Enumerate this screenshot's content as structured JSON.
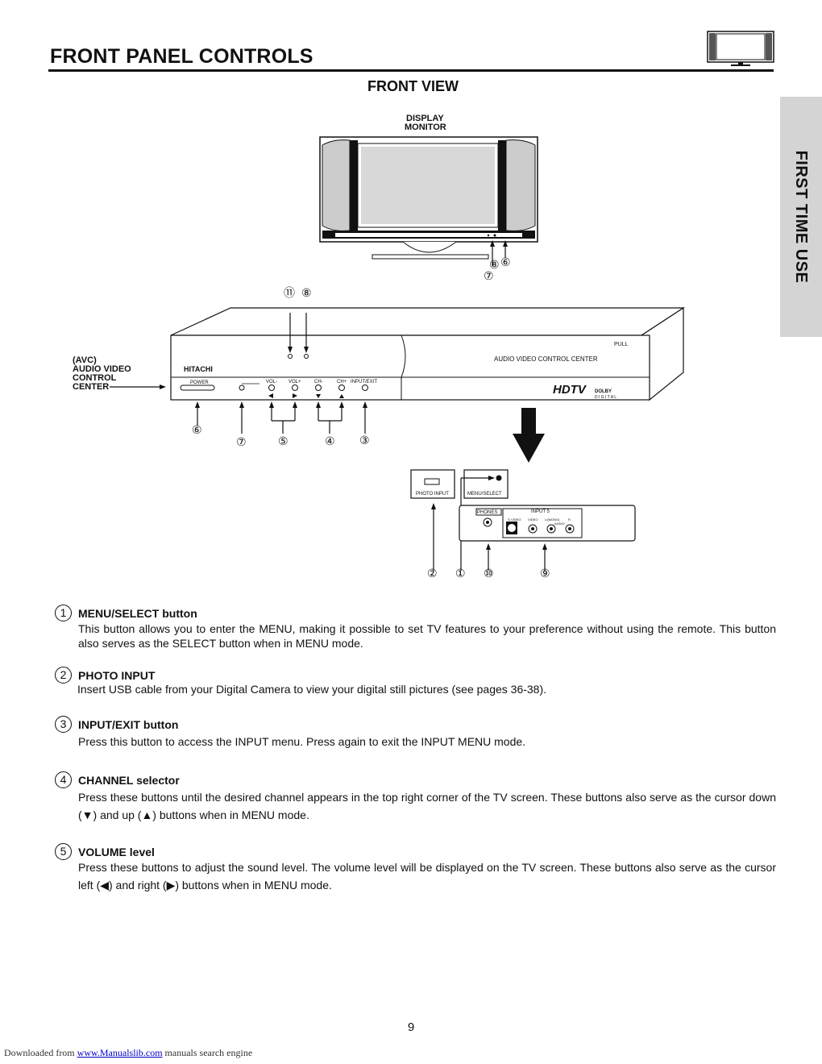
{
  "header": {
    "title": "FRONT PANEL CONTROLS",
    "subtitle": "FRONT VIEW"
  },
  "side_tab": {
    "label": "FIRST TIME USE"
  },
  "diagram": {
    "display_label_1": "DISPLAY",
    "display_label_2": "MONITOR",
    "avc_label_1": "(AVC)",
    "avc_label_2": "AUDIO VIDEO",
    "avc_label_3": "CONTROL",
    "avc_label_4": "CENTER",
    "brand": "HITACHI",
    "pull": "PULL",
    "avc_panel_text": "AUDIO VIDEO CONTROL CENTER",
    "power": "POWER",
    "vol_minus": "VOL-",
    "vol_plus": "VOL+",
    "ch_minus": "CH-",
    "ch_plus": "CH+",
    "input_exit": "INPUT/EXIT",
    "hdtv": "HDTV",
    "dolby": "DOLBY",
    "digital": "D I G I T A L",
    "photo_input": "PHOTO INPUT",
    "menu_select": "MENU/SELECT",
    "phones": "PHONES",
    "input5": "INPUT 5",
    "svideo": "S-VIDEO",
    "video": "VIDEO",
    "l_mono": "L/(MONO)",
    "r": "R",
    "audio": "AUDIO",
    "callouts": {
      "c1": "①",
      "c2": "②",
      "c3": "③",
      "c4": "④",
      "c5": "⑤",
      "c6": "⑥",
      "c7": "⑦",
      "c8": "⑧",
      "c9": "⑨",
      "c10": "⑩",
      "c11": "⑪"
    }
  },
  "items": [
    {
      "num": "1",
      "title": "MENU/SELECT button",
      "text": "This button allows you to enter the MENU, making it possible to set TV features to your preference without using the remote.  This button also serves as the SELECT button when in MENU mode."
    },
    {
      "num": "2",
      "title": "PHOTO INPUT",
      "text": "Insert USB cable from your Digital Camera to view your digital still pictures (see pages 36-38)."
    },
    {
      "num": "3",
      "title": "INPUT/EXIT button",
      "text": "Press this button to access the INPUT menu. Press again to exit the INPUT MENU mode."
    },
    {
      "num": "4",
      "title": "CHANNEL selector",
      "text": "Press these buttons until the desired channel appears in the top right corner of the TV screen.  These buttons also serve as the cursor down (▼) and up (▲) buttons when in MENU mode."
    },
    {
      "num": "5",
      "title": "VOLUME level",
      "text": "Press these buttons to adjust the sound level.  The volume level will be displayed on the TV screen.  These buttons also serve as the cursor left (◀) and right (▶) buttons when in MENU mode."
    }
  ],
  "page_number": "9",
  "footer": {
    "prefix": "Downloaded from ",
    "link": "www.Manualslib.com",
    "suffix": "  manuals search engine"
  }
}
